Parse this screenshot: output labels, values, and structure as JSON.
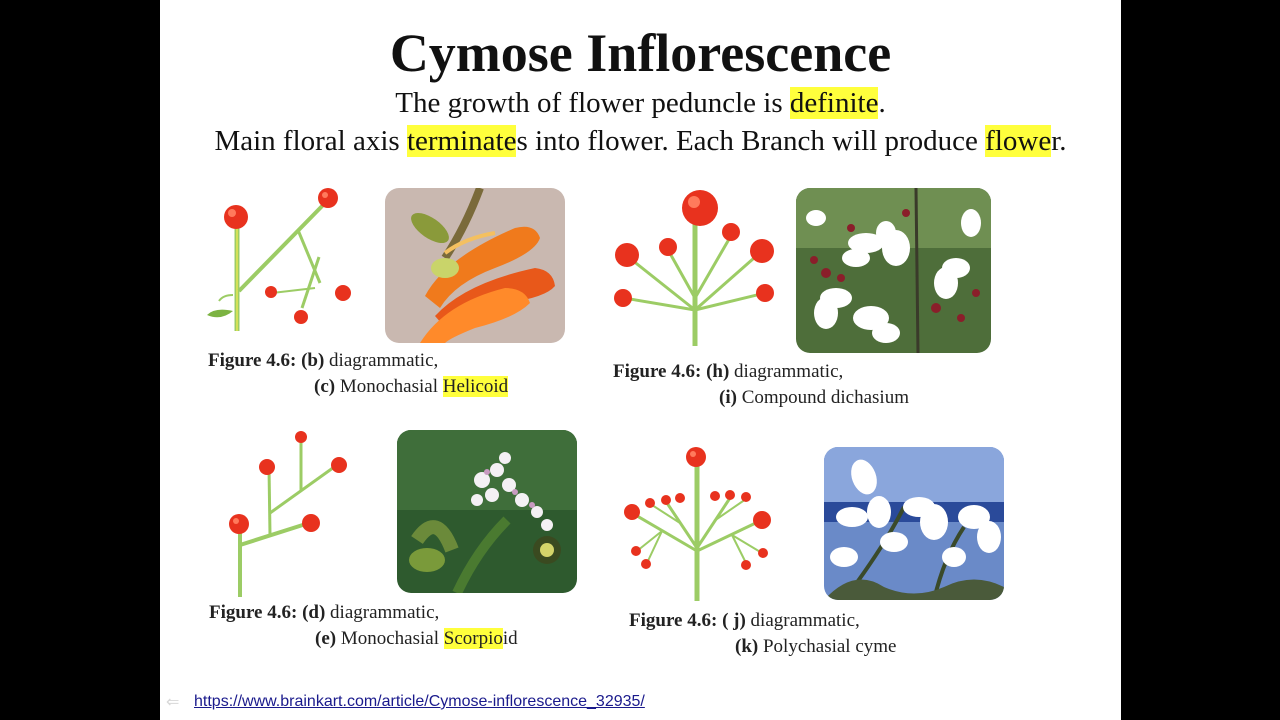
{
  "slide": {
    "title": "Cymose Inflorescence",
    "line1": {
      "before": "The growth of flower peduncle is ",
      "highlight": "definite",
      "after": "."
    },
    "line2": {
      "part1": "Main floral axis ",
      "hl1": "terminate",
      "part2": "s into flower. Each Branch will produce ",
      "hl2": "flowe",
      "part3": "r."
    },
    "link": "https://www.brainkart.com/article/Cymose-inflorescence_32935/",
    "back_icon": "left-arrow-icon"
  },
  "figures": [
    {
      "id": "b-c",
      "label": "Figure 4.6:",
      "row1": {
        "paren": "(b)",
        "text": " diagrammatic,"
      },
      "row2": {
        "paren": "(c)",
        "text": " Monochasial ",
        "hl": "Helicoid",
        "after": ""
      }
    },
    {
      "id": "h-i",
      "label": "Figure 4.6:",
      "row1": {
        "paren": "(h)",
        "text": " diagrammatic,"
      },
      "row2": {
        "paren": "(i)",
        "text": " Compound dichasium",
        "hl": "",
        "after": ""
      }
    },
    {
      "id": "d-e",
      "label": "Figure 4.6:",
      "row1": {
        "paren": "(d)",
        "text": " diagrammatic,"
      },
      "row2": {
        "paren": "(e)",
        "text": " Monochasial ",
        "hl": "Scorpio",
        "after": "id"
      }
    },
    {
      "id": "j-k",
      "label": "Figure 4.6:",
      "row1": {
        "paren": "( j)",
        "text": " diagrammatic,"
      },
      "row2": {
        "paren": "(k)",
        "text": " Polychasial cyme",
        "hl": "",
        "after": ""
      }
    }
  ],
  "colors": {
    "highlight": "#ffff3c",
    "flower_red": "#e8321e",
    "stem_green": "#7cb342",
    "link": "#1a1a8c",
    "background": "#000000",
    "slide": "#ffffff"
  }
}
